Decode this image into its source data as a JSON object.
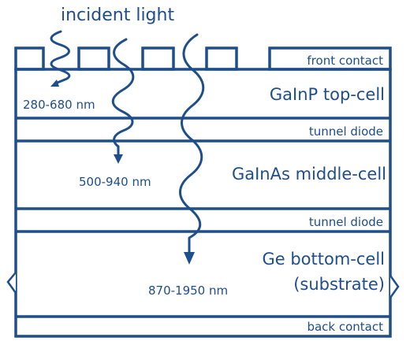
{
  "title": "incident light",
  "layers": {
    "front_contact": "front contact",
    "top_cell": "GaInP top-cell",
    "tunnel_diode_1": "tunnel diode",
    "middle_cell": "GaInAs middle-cell",
    "tunnel_diode_2": "tunnel diode",
    "bottom_cell_line1": "Ge bottom-cell",
    "bottom_cell_line2": "(substrate)",
    "back_contact": "back contact"
  },
  "wavelengths": {
    "top": "280-680 nm",
    "middle": "500-940 nm",
    "bottom": "870-1950 nm"
  },
  "colors": {
    "line": "#1e4e8c",
    "background": "#ffffff"
  }
}
